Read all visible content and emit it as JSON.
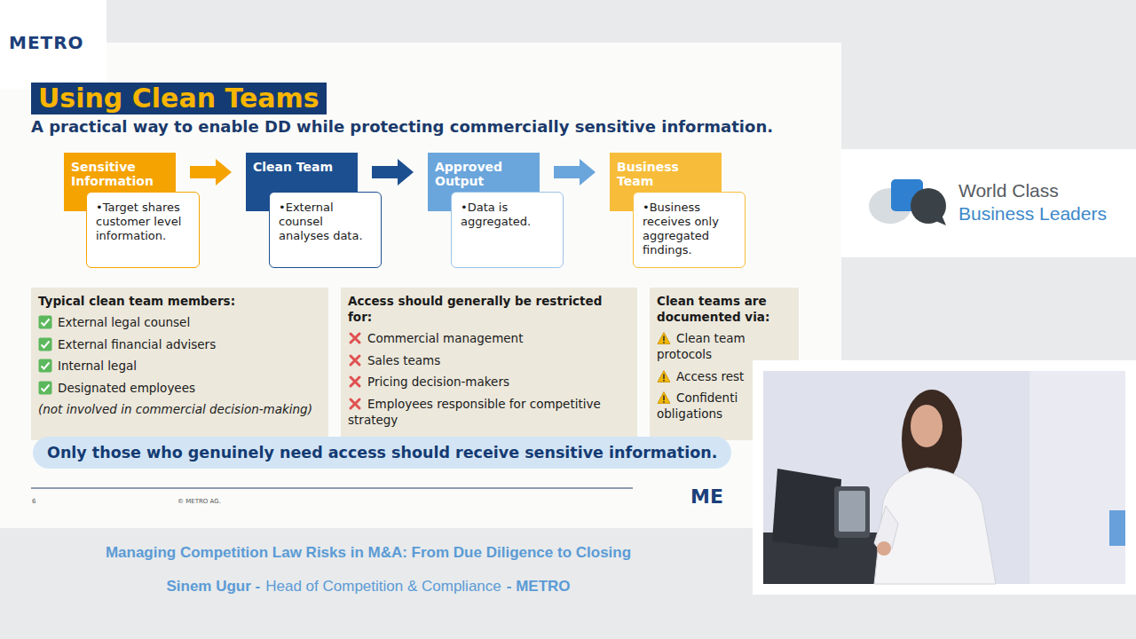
{
  "diagram": {
    "title": "Using Clean Teams",
    "caption": "Managing Competition Law Risks in M&A: From Due Diligence to Closing",
    "nodes": [
      {
        "text": [
          "Sensitive Information"
        ]
      },
      {
        "text": [
          "•Target shares customer level information."
        ]
      },
      {
        "text": [
          "Clean Team"
        ]
      },
      {
        "text": [
          "•External counsel analyses data."
        ]
      },
      {
        "text": [
          "Approved Output"
        ]
      },
      {
        "text": [
          "•Data is aggregated."
        ]
      },
      {
        "text": [
          "Business Team"
        ]
      },
      {
        "text": [
          "•Business receives only aggregated findings."
        ]
      },
      {
        "text": [
          "Typical clean team members:",
          "External legal counsel",
          "External financial advisers",
          "Internal legal",
          "Designated employees",
          "(not involved in commercial decision-making)"
        ]
      },
      {
        "text": [
          "Access should generally be restricted for:",
          "Commercial management",
          "Sales teams",
          "Pricing decision-makers",
          "Employees responsible for competitive strategy"
        ]
      },
      {
        "text": [
          "Clean teams are documented via:",
          "Clean team protocols",
          "Access rest",
          "Confidenti obligations"
        ]
      },
      {
        "text": [
          "Only those who genuinely need access should receive sensitive information."
        ]
      }
    ],
    "edges": [
      {
        "from": 0,
        "to": 2,
        "arrow": "to"
      },
      {
        "from": 2,
        "to": 4,
        "arrow": "to"
      },
      {
        "from": 4,
        "to": 6,
        "arrow": "to"
      }
    ],
    "labels": [
      "METRO",
      "A practical way to enable DD while protecting commercially sensitive information.",
      "6",
      "© METRO AG.",
      "ME",
      "World Class",
      "Business Leaders",
      "Sinem Ugur -",
      "Head of Competition & Compliance",
      "- METRO"
    ]
  }
}
